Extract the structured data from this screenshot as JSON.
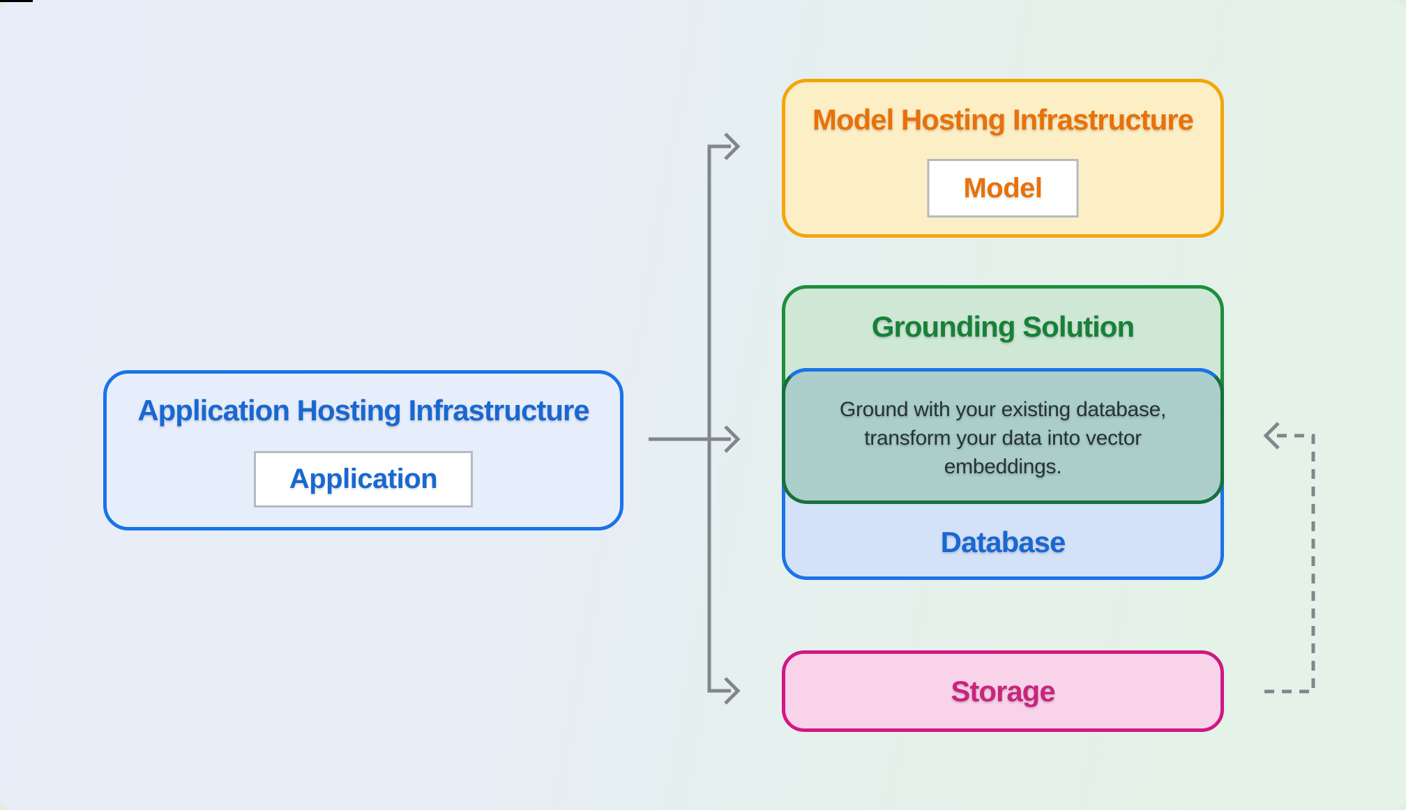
{
  "page": {
    "background_start": "#e8edf9",
    "background_end": "#e4f2e7",
    "connector_color": "#80868b"
  },
  "nodes": {
    "application_hosting": {
      "title": "Application Hosting Infrastructure",
      "chip": "Application",
      "border_color": "#1a73e8",
      "fill": "#e7eefb",
      "text_color": "#1967d2"
    },
    "model_hosting": {
      "title": "Model Hosting Infrastructure",
      "chip": "Model",
      "border_color": "#f4a50c",
      "fill": "#fcefc6",
      "text_color": "#e8710a"
    },
    "grounding_solution": {
      "title": "Grounding Solution",
      "border_color": "#1e8e3e",
      "fill": "#cfe8d6",
      "text_color": "#188038"
    },
    "grounding_note": {
      "lines": [
        "Ground with your existing database,",
        "transform your data into vector",
        "embeddings."
      ],
      "border_color": "#15713a",
      "fill": "#abceca",
      "text_color": "#263238"
    },
    "database": {
      "title": "Database",
      "border_color": "#1a73e8",
      "fill": "#d3e2f9",
      "text_color": "#1967d2"
    },
    "storage": {
      "title": "Storage",
      "border_color": "#d01883",
      "fill": "#f9d3e9",
      "text_color": "#c9257d"
    }
  }
}
